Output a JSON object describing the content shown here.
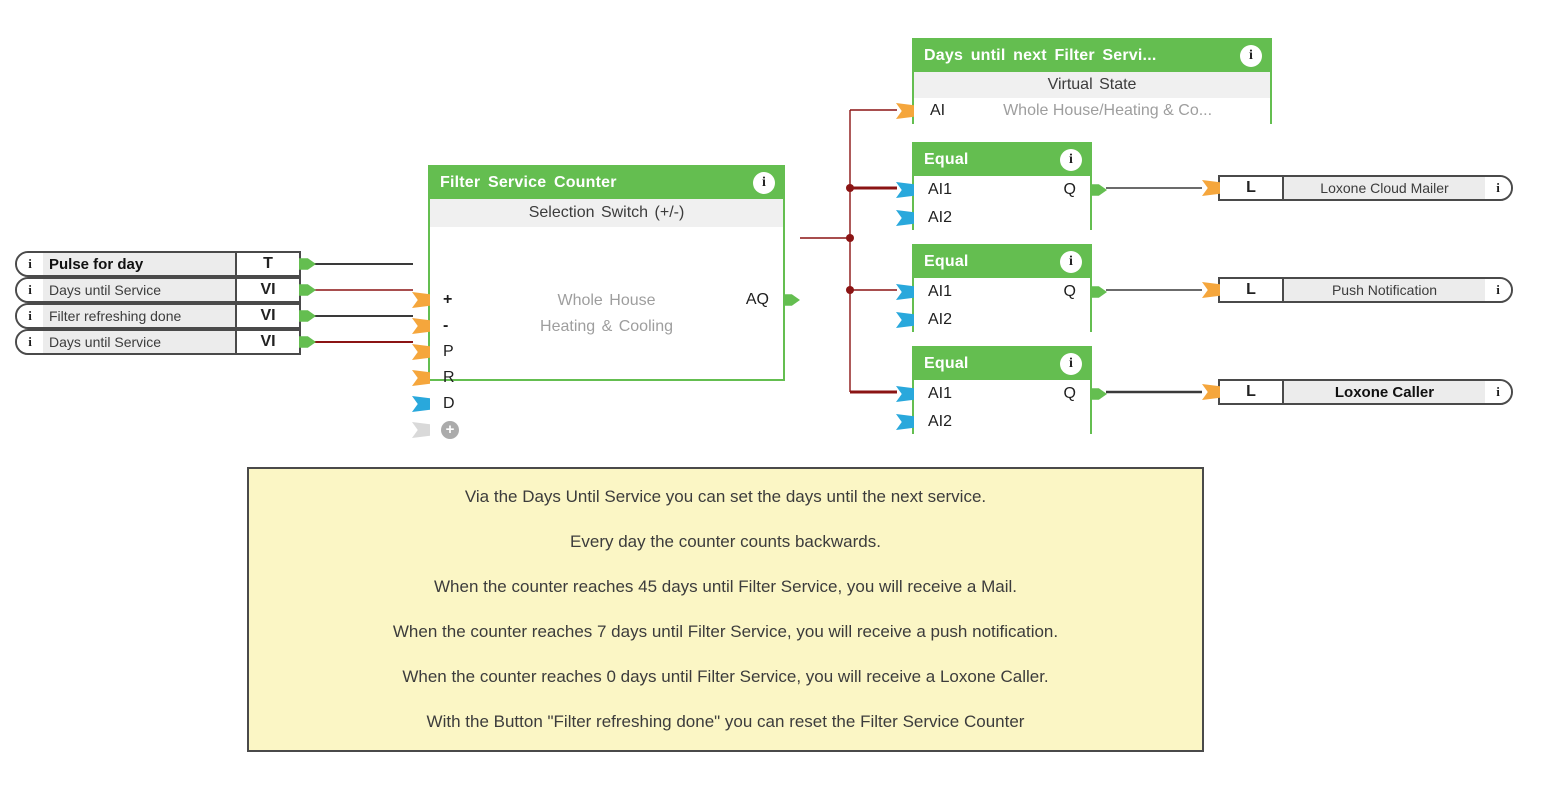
{
  "colors": {
    "block_green": "#64BE50",
    "connector_orange": "#F5A63C",
    "connector_blue": "#29A8DC",
    "wire_analog_red": "#8B1414",
    "wire_digital_dark": "#3A3A3A",
    "note_background": "#FBF6C5"
  },
  "glyphs": {
    "info": "i",
    "add": "+"
  },
  "io_left": {
    "items": [
      {
        "label": "Pulse for day",
        "type": "T"
      },
      {
        "label": "Days until Service",
        "type": "VI"
      },
      {
        "label": "Filter refreshing done",
        "type": "VI"
      },
      {
        "label": "Days until Service",
        "type": "VI"
      }
    ]
  },
  "io_right": {
    "items": [
      {
        "letter": "L",
        "label": "Loxone Cloud Mailer"
      },
      {
        "letter": "L",
        "label": "Push Notification"
      },
      {
        "letter": "L",
        "label": "Loxone Caller"
      }
    ]
  },
  "blocks": {
    "virtual_state": {
      "title": "Days until next Filter Servi...",
      "subtitle": "Virtual State",
      "input_code": "AI",
      "input_desc": "Whole House/Heating & Co..."
    },
    "counter": {
      "title": "Filter Service Counter",
      "subtitle": "Selection Switch (+/-)",
      "inputs": [
        "+",
        "-",
        "P",
        "R",
        "D"
      ],
      "desc1": "Whole House",
      "desc2": "Heating & Cooling",
      "output": "AQ"
    },
    "equal": {
      "title": "Equal",
      "in1": "AI1",
      "in2": "AI2",
      "out": "Q"
    }
  },
  "note": {
    "lines": [
      "Via the Days Until Service you can set the days until the next service.",
      "Every day the counter counts backwards.",
      "When the counter reaches 45 days until Filter Service, you will receive a Mail.",
      "When the counter reaches 7 days until Filter Service, you will receive a push notification.",
      "When the counter reaches 0 days until Filter Service, you will receive a Loxone Caller.",
      "With the Button \"Filter refreshing done\" you can reset the Filter Service Counter"
    ]
  }
}
